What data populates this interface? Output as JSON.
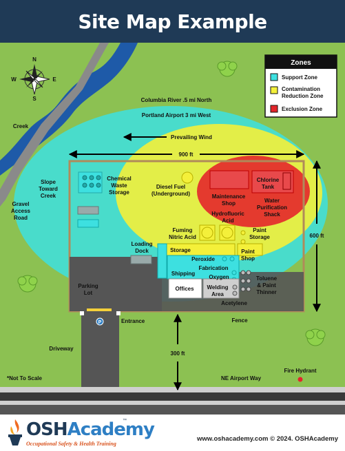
{
  "title": "Site Map Example",
  "compass": {
    "n": "N",
    "s": "S",
    "e": "E",
    "w": "W"
  },
  "legend": {
    "title": "Zones",
    "items": [
      {
        "label": "Support Zone",
        "color": "#3de0e0"
      },
      {
        "label": "Contamination Reduction Zone",
        "label_lines": [
          "Contamination",
          "Reduction Zone"
        ],
        "color": "#f4f03a"
      },
      {
        "label": "Exclusion Zone",
        "color": "#e3262b"
      }
    ]
  },
  "notes": {
    "river": "Columbia River .5 mi North",
    "airport": "Portland Airport 3 mi West",
    "wind": "Prevailing Wind",
    "not_to_scale": "*Not To Scale"
  },
  "dimensions": {
    "width": "900 ft",
    "height": "600 ft",
    "setback": "300 ft"
  },
  "labels": {
    "creek": "Creek",
    "slope": [
      "Slope",
      "Toward",
      "Creek"
    ],
    "gravel": [
      "Gravel",
      "Access",
      "Road"
    ],
    "chemical_storage": [
      "Chemical",
      "Waste",
      "Storage"
    ],
    "diesel": [
      "Diesel Fuel",
      "(Underground)"
    ],
    "maintenance": [
      "Maintenance",
      "Shop"
    ],
    "chlorine": [
      "Chlorine",
      "Tank"
    ],
    "water": [
      "Water",
      "Purification",
      "Shack"
    ],
    "hydrofluoric": [
      "Hydrofluoric",
      "Acid"
    ],
    "fuming": [
      "Fuming",
      "Nitric Acid"
    ],
    "paint_storage": [
      "Paint",
      "Storage"
    ],
    "loading": [
      "Loading",
      "Dock"
    ],
    "storage": "Storage",
    "peroxide": "Peroxide",
    "paint_shop": [
      "Paint",
      "Shop"
    ],
    "fabrication": "Fabrication",
    "oxygen": "Oxygen",
    "shipping": "Shipping",
    "toluene": [
      "Toluene",
      "& Paint",
      "Thinner"
    ],
    "offices": "Offices",
    "welding": [
      "Welding",
      "Area"
    ],
    "acetylene": "Acetylene",
    "parking": [
      "Parking",
      "Lot"
    ],
    "parking_symbol": "P",
    "entrance": "Entrance",
    "fence": "Fence",
    "driveway": "Driveway",
    "fire_hydrant": "Fire Hydrant",
    "street": "NE Airport Way"
  },
  "footer": {
    "logo_a": "OSH",
    "logo_b": "Academy",
    "tm": "™",
    "tagline": "Occupational Safety & Health Training",
    "url": "www.oshacademy.com © 2024. OSHAcademy"
  },
  "colors": {
    "grass": "#8cc152",
    "support": "#3de0e0",
    "contamination": "#f4f03a",
    "exclusion": "#e3262b",
    "creek": "#1e5aa8",
    "header": "#1f3a56"
  }
}
